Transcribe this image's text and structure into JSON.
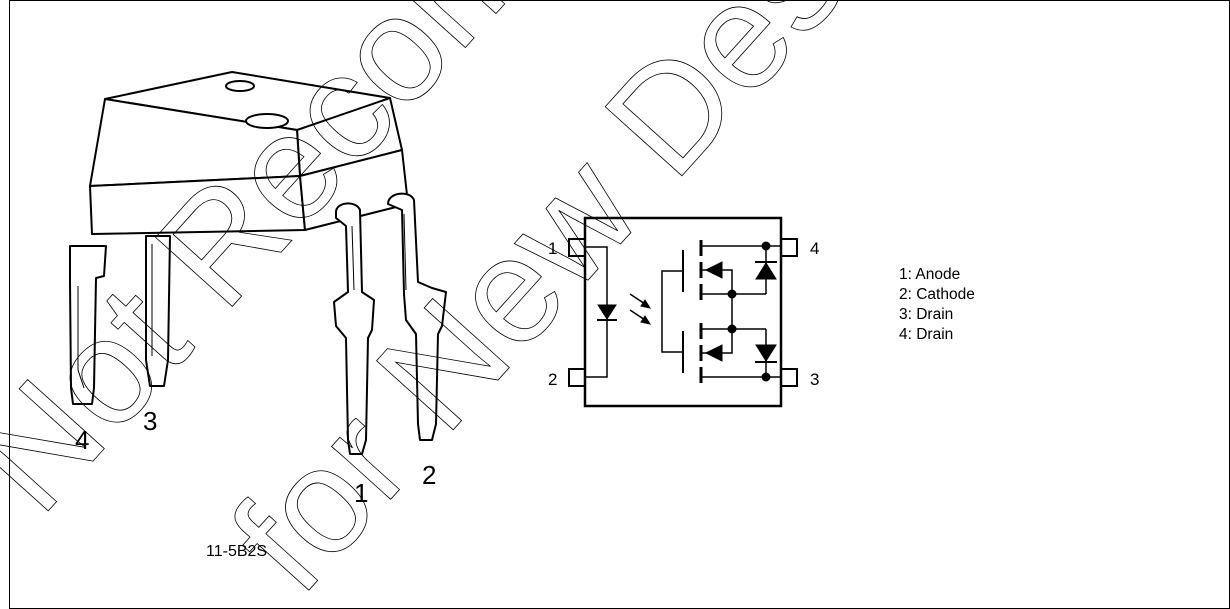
{
  "package_view": {
    "pin_labels": [
      "4",
      "3",
      "1",
      "2"
    ],
    "package_code": "11-5B2S"
  },
  "schematic": {
    "pin_labels": [
      "1",
      "2",
      "4",
      "3"
    ]
  },
  "legend": {
    "items": [
      "1: Anode",
      "2: Cathode",
      "3: Drain",
      "4: Drain"
    ]
  },
  "watermark": {
    "lines": [
      "Not Recommended",
      "for New Design"
    ]
  }
}
